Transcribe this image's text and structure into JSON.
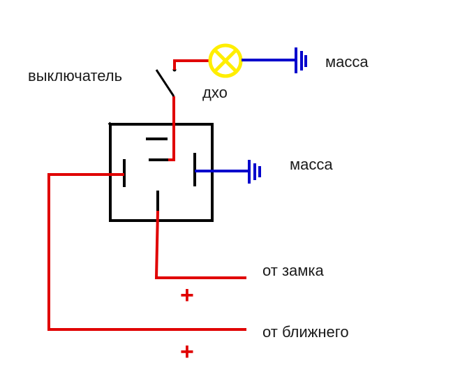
{
  "labels": {
    "switch": "выключатель",
    "lamp": "дхо",
    "ground_top": "масса",
    "ground_mid": "масса",
    "from_ignition": "от замка",
    "from_low_beam": "от ближнего"
  },
  "plus_signs": {
    "ignition": "+",
    "low_beam": "+"
  },
  "colors": {
    "positive_wire": "#e00000",
    "ground_wire": "#0000cc",
    "lamp": "#ffee00",
    "relay_body": "#000000"
  },
  "icons": [
    "relay-icon",
    "lamp-icon",
    "switch-icon",
    "ground-icon"
  ]
}
